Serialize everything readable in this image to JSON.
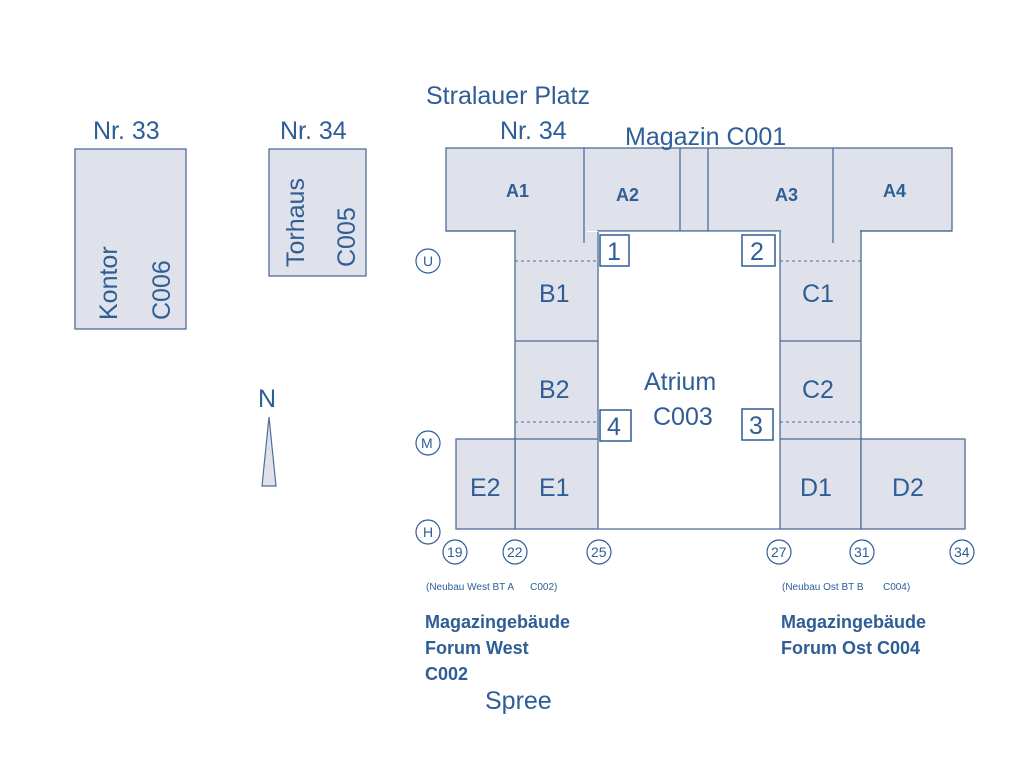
{
  "street": "Stralauer Platz",
  "kontor": {
    "nr": "Nr. 33",
    "name": "Kontor",
    "code": "C006"
  },
  "torhaus": {
    "nr": "Nr. 34",
    "name": "Torhaus",
    "code": "C005"
  },
  "main_nr": "Nr. 34",
  "magazin": "Magazin C001",
  "sections": {
    "a1": "A1",
    "a2": "A2",
    "a3": "A3",
    "a4": "A4",
    "b1": "B1",
    "b2": "B2",
    "c1": "C1",
    "c2": "C2",
    "e1": "E1",
    "e2": "E2",
    "d1": "D1",
    "d2": "D2"
  },
  "atrium": {
    "name": "Atrium",
    "code": "C003"
  },
  "stairs": {
    "s1": "1",
    "s2": "2",
    "s3": "3",
    "s4": "4"
  },
  "floor_markers": {
    "u": "U",
    "m": "M",
    "h": "H"
  },
  "axes": {
    "a19": "19",
    "a22": "22",
    "a25": "25",
    "a27": "27",
    "a31": "31",
    "a34": "34"
  },
  "north": "N",
  "west": {
    "note": "(Neubau West BT A      C002)",
    "title_1": "Magazingebäude",
    "title_2": "Forum West",
    "title_3": "C002"
  },
  "east": {
    "note": "(Neubau Ost BT B       C004)",
    "title_1": "Magazingebäude",
    "title_2": "Forum Ost C004"
  },
  "river": "Spree"
}
